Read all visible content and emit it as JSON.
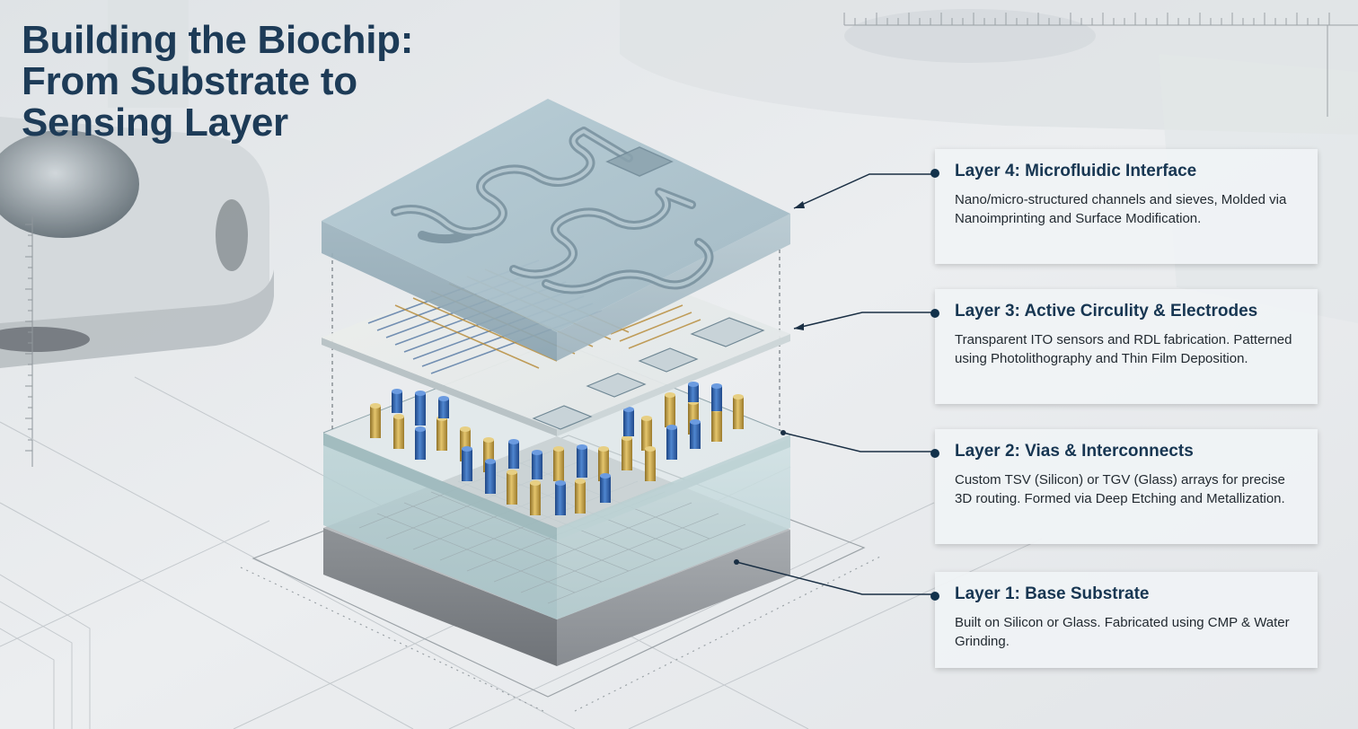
{
  "title": {
    "line1": "Building the Biochip:",
    "line2": "From Substrate to",
    "line3": "Sensing Layer"
  },
  "layers": [
    {
      "heading": "Layer 4: Microfluidic Interface",
      "description": "Nano/micro-structured channels and sieves, Molded via Nanoimprinting and Surface Modification."
    },
    {
      "heading": "Layer 3: Active Circulity & Electrodes",
      "description": "Transparent ITO sensors and RDL fabrication. Patterned using Photolithography and Thin Film Deposition."
    },
    {
      "heading": "Layer 2: Vias & Interconnects",
      "description": "Custom TSV (Silicon) or TGV (Glass) arrays for precise 3D routing. Formed via Deep Etching and Metallization."
    },
    {
      "heading": "Layer 1: Base Substrate",
      "description": "Built on Silicon or Glass. Fabricated using CMP & Water Grinding."
    }
  ],
  "colors": {
    "title": "#1d3b57",
    "heading": "#173652",
    "leader_line": "#1a2f44",
    "via_gold": "#c9a64a",
    "via_blue": "#2f65b0",
    "glass": "#c9dde2"
  }
}
